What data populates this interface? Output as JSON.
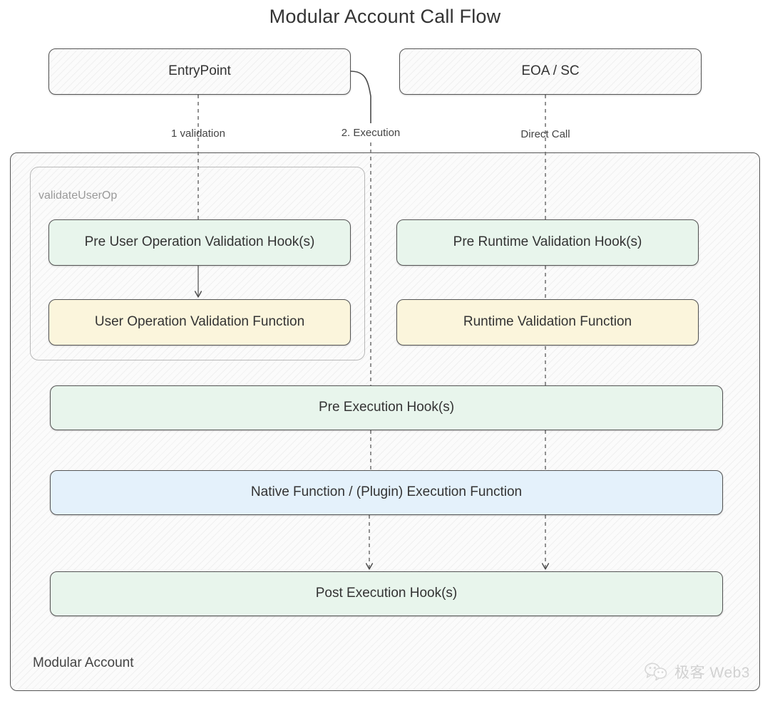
{
  "title": "Modular Account Call Flow",
  "actors": [
    {
      "id": "entrypoint",
      "label": "EntryPoint"
    },
    {
      "id": "eoa-sc",
      "label": "EOA / SC"
    }
  ],
  "edge_labels": [
    {
      "id": "validation",
      "label": "1 validation"
    },
    {
      "id": "execution",
      "label": "2. Execution"
    },
    {
      "id": "direct-call",
      "label": "Direct Call"
    }
  ],
  "containers": {
    "modular_account": {
      "label": "Modular Account"
    },
    "validate_user_op": {
      "label": "validateUserOp"
    }
  },
  "nodes": [
    {
      "id": "pre-user-op-validation-hook",
      "label": "Pre User Operation Validation Hook(s)",
      "style": "green"
    },
    {
      "id": "user-operation-validation-function",
      "label": "User Operation Validation Function",
      "style": "yellow"
    },
    {
      "id": "pre-runtime-validation-hook",
      "label": "Pre Runtime Validation Hook(s)",
      "style": "green"
    },
    {
      "id": "runtime-validation-function",
      "label": "Runtime Validation Function",
      "style": "yellow"
    },
    {
      "id": "pre-execution-hook",
      "label": "Pre Execution Hook(s)",
      "style": "green"
    },
    {
      "id": "native-execution-function",
      "label": "Native Function  /  (Plugin) Execution Function",
      "style": "blue"
    },
    {
      "id": "post-execution-hook",
      "label": "Post Execution Hook(s)",
      "style": "green"
    }
  ],
  "watermark": {
    "text": "极客 Web3",
    "icon": "wechat-icon"
  },
  "colors": {
    "green_fill": "#e8f5ec",
    "yellow_fill": "#fbf5dc",
    "blue_fill": "#e4f1fb",
    "hatch_bg": "#fbfbfb",
    "node_border": "#555555",
    "subgraph_border": "#b8b8b8",
    "text": "#333333",
    "muted_text": "#9a9a9a"
  }
}
